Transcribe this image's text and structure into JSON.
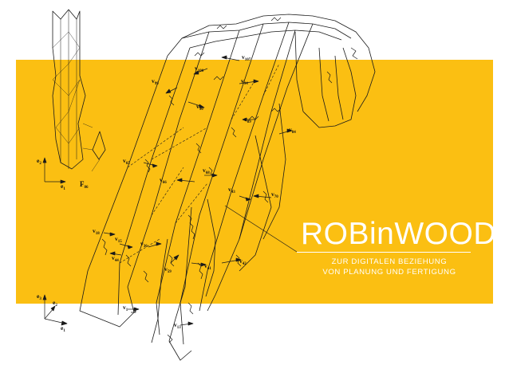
{
  "poster": {
    "title": "ROBinWOOD",
    "subtitle_line1": "ZUR DIGITALEN BEZIEHUNG",
    "subtitle_line2": "VON PLANUNG UND FERTIGUNG",
    "accent_color": "#fbbf12",
    "line_color": "#1a1a1a"
  },
  "diagram": {
    "vector_labels": [
      {
        "id": "v107",
        "base": "v",
        "sub": "107"
      },
      {
        "id": "v100",
        "base": "v",
        "sub": "100"
      },
      {
        "id": "v99",
        "base": "v",
        "sub": "99"
      },
      {
        "id": "v94",
        "base": "v",
        "sub": "94"
      },
      {
        "id": "v90",
        "base": "v",
        "sub": "90"
      },
      {
        "id": "v89",
        "base": "v",
        "sub": "89"
      },
      {
        "id": "v84",
        "base": "v",
        "sub": "84"
      },
      {
        "id": "v68",
        "base": "v",
        "sub": "68"
      },
      {
        "id": "v66",
        "base": "v",
        "sub": "66"
      },
      {
        "id": "v65",
        "base": "v",
        "sub": "65"
      },
      {
        "id": "v70",
        "base": "v",
        "sub": "70"
      },
      {
        "id": "v43",
        "base": "v",
        "sub": "43"
      },
      {
        "id": "v42",
        "base": "v",
        "sub": "42"
      },
      {
        "id": "v41",
        "base": "v",
        "sub": "41"
      },
      {
        "id": "v18",
        "base": "v",
        "sub": "18"
      },
      {
        "id": "v15",
        "base": "v",
        "sub": "15"
      },
      {
        "id": "v36",
        "base": "v",
        "sub": "36"
      },
      {
        "id": "v44",
        "base": "v",
        "sub": "44"
      },
      {
        "id": "v59",
        "base": "v",
        "sub": "59"
      },
      {
        "id": "v1",
        "base": "v",
        "sub": "1"
      },
      {
        "id": "v13",
        "base": "v",
        "sub": "13"
      }
    ],
    "face_label": {
      "base": "F",
      "sub": "86"
    },
    "axes_top": {
      "e1": {
        "base": "e",
        "sub": "1"
      },
      "e2": {
        "base": "e",
        "sub": "2"
      }
    },
    "axes_bottom": {
      "e1": {
        "base": "e",
        "sub": "1"
      },
      "e2": {
        "base": "e",
        "sub": "2"
      },
      "e3": {
        "base": "e",
        "sub": "3"
      }
    }
  }
}
